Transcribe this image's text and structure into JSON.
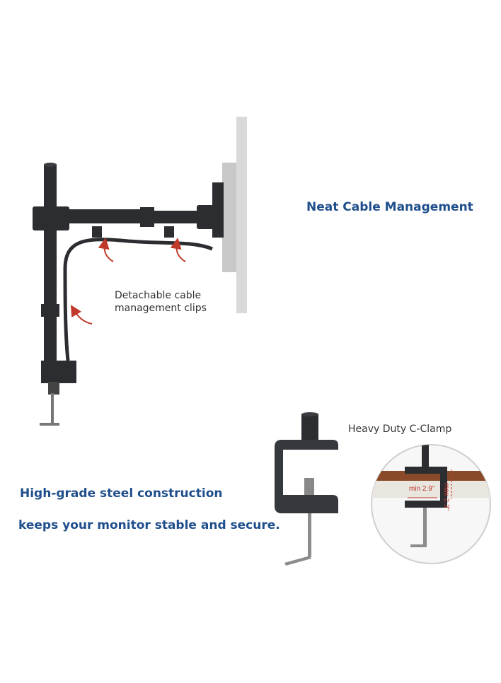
{
  "texts": {
    "neat_cable": "Neat Cable Management",
    "detachable_line1": "Detachable cable",
    "detachable_line2": "management clips",
    "heavy_duty": "Heavy Duty C-Clamp",
    "steel_line1": "High-grade steel construction",
    "steel_line2": "keeps your monitor stable and secure.",
    "min_label": "min 2.9\"",
    "max_label": "max 2.3\""
  },
  "colors": {
    "heading_blue": "#1f4e8c",
    "metal_dark": "#2b2d30",
    "monitor_gray": "#d9d9d9",
    "arrow_red": "#c0392b",
    "desk_wood": "#8a4a2a"
  }
}
